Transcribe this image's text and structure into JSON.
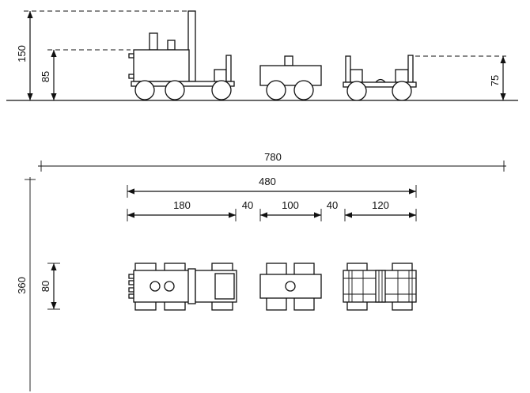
{
  "side_view": {
    "total_height": "150",
    "loco_height": "85",
    "wagon_height": "75"
  },
  "top_view": {
    "overall_length": "780",
    "train_length": "480",
    "loco_length": "180",
    "gap_1": "40",
    "wagon_1_length": "100",
    "gap_2": "40",
    "wagon_2_length": "120",
    "overall_depth": "360",
    "body_width": "80"
  }
}
